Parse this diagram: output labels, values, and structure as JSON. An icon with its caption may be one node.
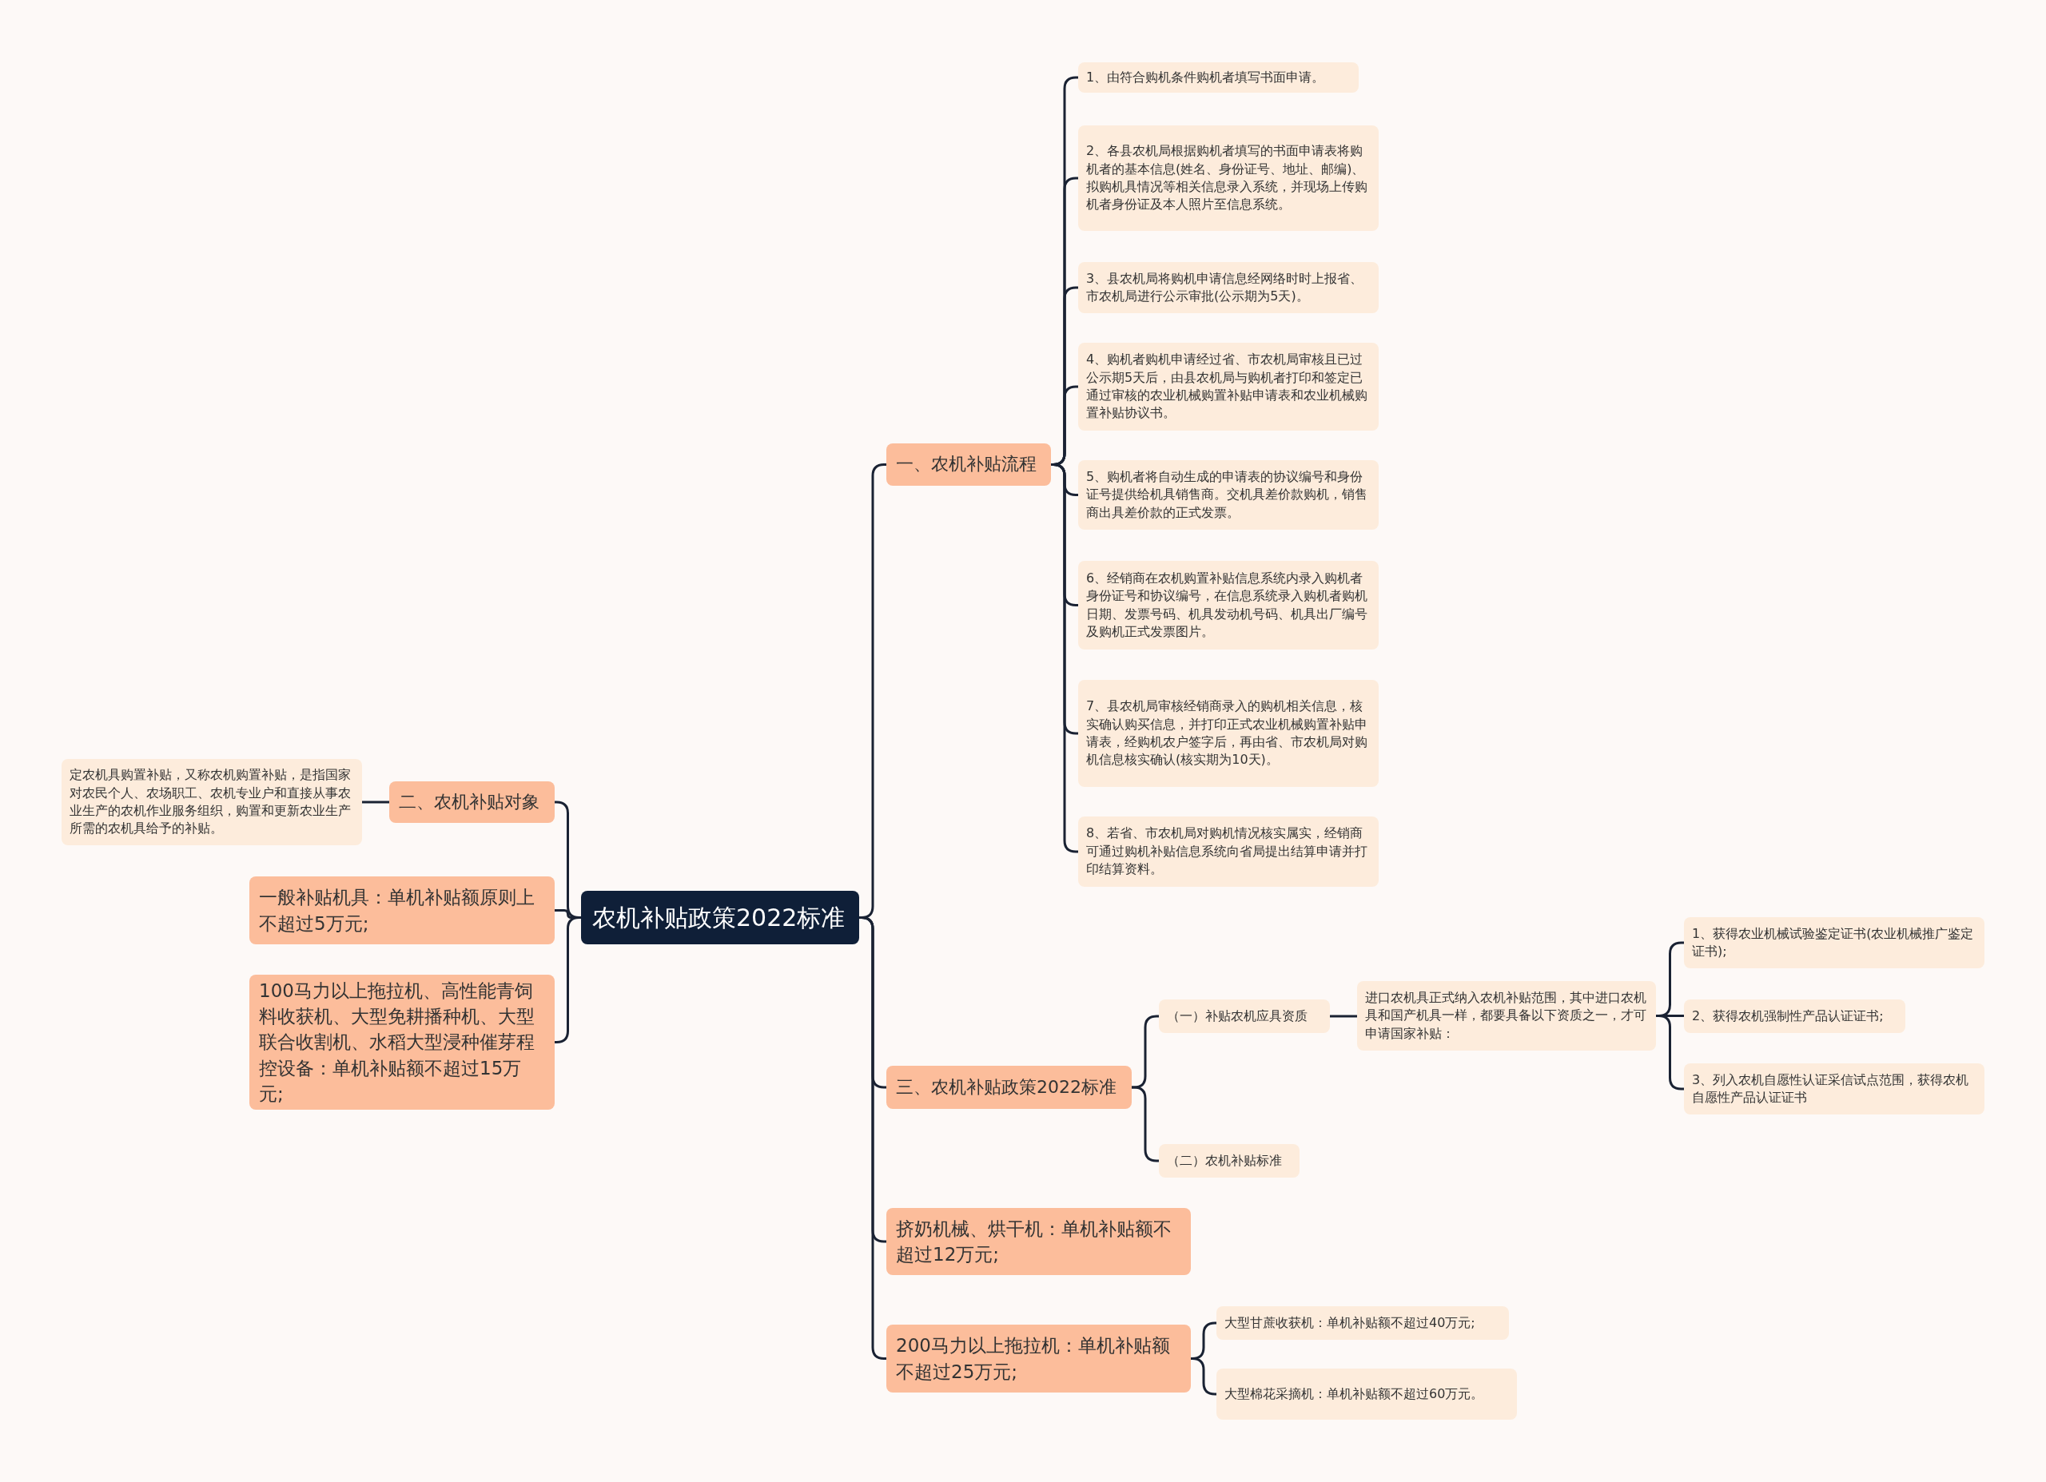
{
  "diagram": {
    "nodes": [
      {
        "text": [
          "农机补贴政策2022标准"
        ]
      },
      {
        "text": [
          "一、农机补贴流程"
        ]
      },
      {
        "text": [
          "1、由符合购机条件购机者填写书面申请。"
        ]
      },
      {
        "text": [
          "2、各县农机局根据购机者填写的书面申请表将购机者的基本信息(姓名、身份证号、地址、邮编)、拟购机具情况等相关信息录入系统，并现场上传购机者身份证及本人照片至信息系统。"
        ]
      },
      {
        "text": [
          "3、县农机局将购机申请信息经网络时时上报省、市农机局进行公示审批(公示期为5天)。"
        ]
      },
      {
        "text": [
          "4、购机者购机申请经过省、市农机局审核且已过公示期5天后，由县农机局与购机者打印和签定已通过审核的农业机械购置补贴申请表和农业机械购置补贴协议书。"
        ]
      },
      {
        "text": [
          "5、购机者将自动生成的申请表的协议编号和身份证号提供给机具销售商。交机具差价款购机，销售商出具差价款的正式发票。"
        ]
      },
      {
        "text": [
          "6、经销商在农机购置补贴信息系统内录入购机者身份证号和协议编号，在信息系统录入购机者购机日期、发票号码、机具发动机号码、机具出厂编号及购机正式发票图片。"
        ]
      },
      {
        "text": [
          "7、县农机局审核经销商录入的购机相关信息，核实确认购买信息，并打印正式农业机械购置补贴申请表，经购机农户签字后，再由省、市农机局对购机信息核实确认(核实期为10天)。"
        ]
      },
      {
        "text": [
          "8、若省、市农机局对购机情况核实属实，经销商可通过购机补贴信息系统向省局提出结算申请并打印结算资料。"
        ]
      },
      {
        "text": [
          "二、农机补贴对象"
        ]
      },
      {
        "text": [
          "定农机具购置补贴，又称农机购置补贴，是指国家对农民个人、农场职工、农机专业户和直接从事农业生产的农机作业服务组织，购置和更新农业生产所需的农机具给予的补贴。"
        ]
      },
      {
        "text": [
          "一般补贴机具：单机补贴额原则上不超过5万元;"
        ]
      },
      {
        "text": [
          "100马力以上拖拉机、高性能青饲料收获机、大型免耕播种机、大型联合收割机、水稻大型浸种催芽程控设备：单机补贴额不超过15万元;"
        ]
      },
      {
        "text": [
          "三、农机补贴政策2022标准"
        ]
      },
      {
        "text": [
          "（一）补贴农机应具资质"
        ]
      },
      {
        "text": [
          "进口农机具正式纳入农机补贴范围，其中进口农机具和国产机具一样，都要具备以下资质之一，才可申请国家补贴："
        ]
      },
      {
        "text": [
          "1、获得农业机械试验鉴定证书(农业机械推广鉴定证书);"
        ]
      },
      {
        "text": [
          "2、获得农机强制性产品认证证书;"
        ]
      },
      {
        "text": [
          "3、列入农机自愿性认证采信试点范围，获得农机自愿性产品认证证书"
        ]
      },
      {
        "text": [
          "（二）农机补贴标准"
        ]
      },
      {
        "text": [
          "挤奶机械、烘干机：单机补贴额不超过12万元;"
        ]
      },
      {
        "text": [
          "200马力以上拖拉机：单机补贴额不超过25万元;"
        ]
      },
      {
        "text": [
          "大型甘蔗收获机：单机补贴额不超过40万元;"
        ]
      },
      {
        "text": [
          "大型棉花采摘机：单机补贴额不超过60万元。"
        ]
      }
    ],
    "edges": [
      {
        "from": 0,
        "to": 1,
        "arrow": "none"
      },
      {
        "from": 1,
        "to": 2,
        "arrow": "none"
      },
      {
        "from": 1,
        "to": 3,
        "arrow": "none"
      },
      {
        "from": 1,
        "to": 4,
        "arrow": "none"
      },
      {
        "from": 1,
        "to": 5,
        "arrow": "none"
      },
      {
        "from": 1,
        "to": 6,
        "arrow": "none"
      },
      {
        "from": 1,
        "to": 7,
        "arrow": "none"
      },
      {
        "from": 1,
        "to": 8,
        "arrow": "none"
      },
      {
        "from": 1,
        "to": 9,
        "arrow": "none"
      },
      {
        "from": 0,
        "to": 10,
        "arrow": "none"
      },
      {
        "from": 10,
        "to": 11,
        "arrow": "none"
      },
      {
        "from": 0,
        "to": 12,
        "arrow": "none"
      },
      {
        "from": 0,
        "to": 13,
        "arrow": "none"
      },
      {
        "from": 0,
        "to": 14,
        "arrow": "none"
      },
      {
        "from": 14,
        "to": 15,
        "arrow": "none"
      },
      {
        "from": 15,
        "to": 16,
        "arrow": "none"
      },
      {
        "from": 16,
        "to": 17,
        "arrow": "none"
      },
      {
        "from": 16,
        "to": 18,
        "arrow": "none"
      },
      {
        "from": 16,
        "to": 19,
        "arrow": "none"
      },
      {
        "from": 14,
        "to": 20,
        "arrow": "none"
      },
      {
        "from": 0,
        "to": 21,
        "arrow": "none"
      },
      {
        "from": 0,
        "to": 22,
        "arrow": "none"
      },
      {
        "from": 22,
        "to": 23,
        "arrow": "none"
      },
      {
        "from": 22,
        "to": 24,
        "arrow": "none"
      }
    ]
  }
}
